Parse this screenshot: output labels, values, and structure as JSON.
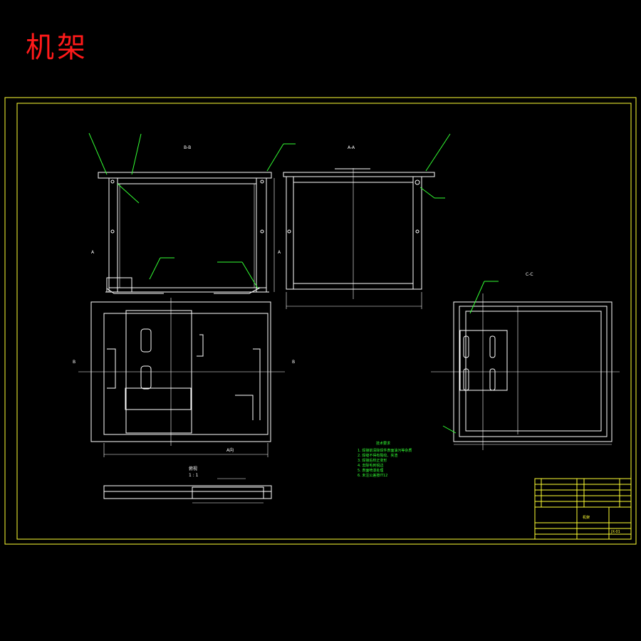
{
  "title": "机架",
  "colors": {
    "background": "#000000",
    "title": "#ff1a1a",
    "frame": "#ffff33",
    "geometry": "#ffffff",
    "leaders": "#33ff33"
  },
  "views": {
    "view_b_label": "B-B",
    "view_a_label": "A-A",
    "view_c_label": "C-C",
    "bottom_view_label": "俯视",
    "bottom_view_scale": "1 : 1",
    "section_label": "A向"
  },
  "notes": {
    "heading": "技术要求",
    "lines": [
      "1. 焊接前清除焊件表面油污等杂质",
      "2. 焊缝不得有裂纹、夹渣",
      "3. 焊接后校正变形",
      "4. 去除毛刺锐边",
      "5. 表面喷漆处理",
      "6. 未注公差按IT12"
    ]
  },
  "title_block": {
    "part_name": "机架",
    "drawing_no": "JX-01"
  }
}
